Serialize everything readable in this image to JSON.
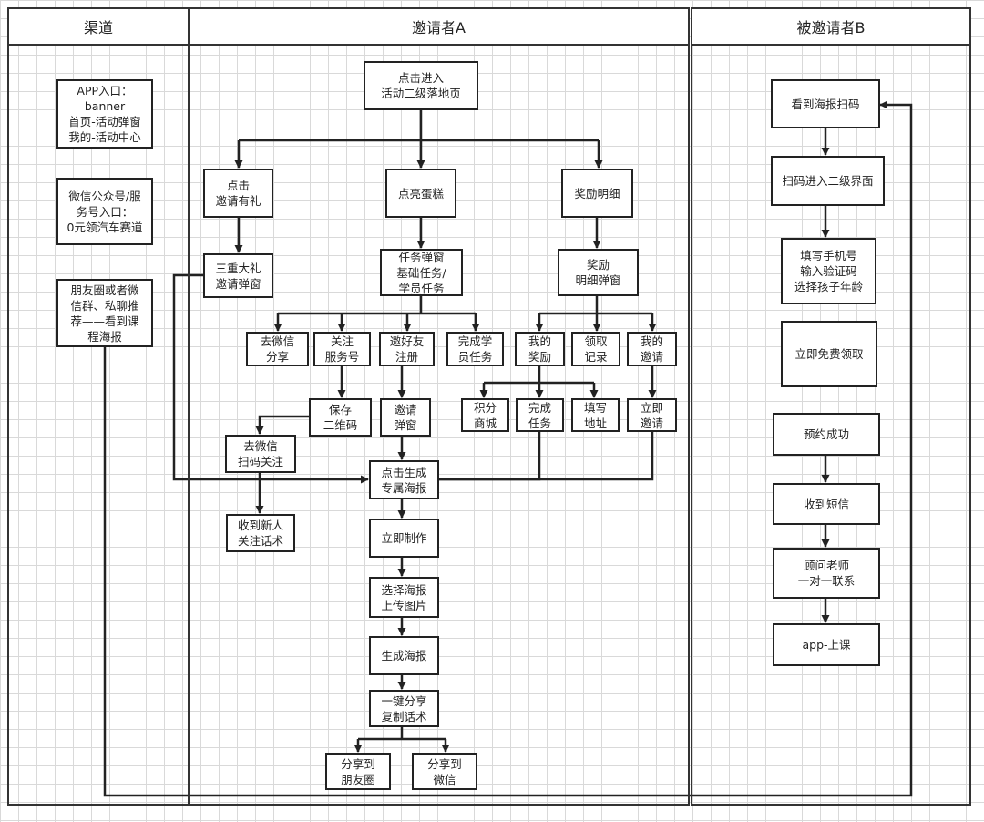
{
  "lanes": {
    "channel": "渠道",
    "inviter": "邀请者A",
    "invitee": "被邀请者B"
  },
  "channel": {
    "app_entry": "APP入口：\nbanner\n首页-活动弹窗\n我的-活动中心",
    "wechat_entry": "微信公众号/服\n务号入口：\n0元领汽车赛道",
    "moments_entry": "朋友圈或者微\n信群、私聊推\n荐——看到课\n程海报"
  },
  "inviter": {
    "landing": "点击进入\n活动二级落地页",
    "invite_gift": "点击\n邀请有礼",
    "light_cake": "点亮蛋糕",
    "reward_detail": "奖励明细",
    "triple_gift_popup": "三重大礼\n邀请弹窗",
    "task_popup": "任务弹窗\n基础任务/\n学员任务",
    "reward_detail_popup": "奖励\n明细弹窗",
    "go_wechat_share": "去微信\n分享",
    "follow_account": "关注\n服务号",
    "invite_friend_register": "邀好友\n注册",
    "complete_student_task": "完成学\n员任务",
    "my_rewards": "我的\n奖励",
    "claim_record": "领取\n记录",
    "my_invites": "我的\n邀请",
    "save_qrcode": "保存\n二维码",
    "invite_popup": "邀请\n弹窗",
    "points_mall": "积分\n商城",
    "complete_task": "完成\n任务",
    "fill_address": "填写\n地址",
    "invite_now": "立即\n邀请",
    "go_wechat_scan": "去微信\n扫码关注",
    "generate_poster_click": "点击生成\n专属海报",
    "new_follower_msg": "收到新人\n关注话术",
    "make_now": "立即制作",
    "choose_poster": "选择海报\n上传图片",
    "generate_poster": "生成海报",
    "one_click_share": "一键分享\n复制话术",
    "share_moments": "分享到\n朋友圈",
    "share_wechat": "分享到\n微信"
  },
  "invitee": {
    "scan_poster": "看到海报扫码",
    "enter_page": "扫码进入二级界面",
    "fill_form": "填写手机号\n输入验证码\n选择孩子年龄",
    "claim_free": "立即免费领取",
    "booking_success": "预约成功",
    "receive_sms": "收到短信",
    "advisor_contact": "顾问老师\n一对一联系",
    "app_class": "app-上课"
  },
  "colors": {
    "grid": "#d9d9d9",
    "border": "#222222",
    "background": "#ffffff"
  }
}
